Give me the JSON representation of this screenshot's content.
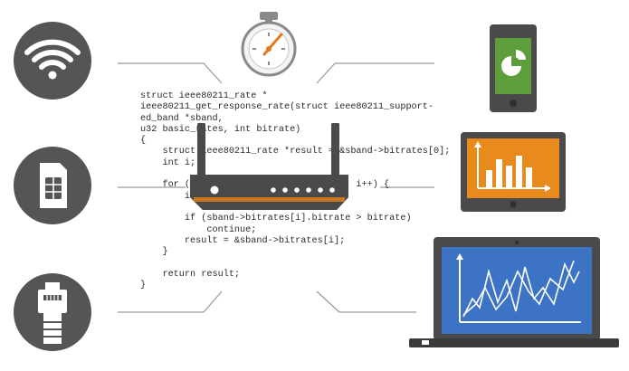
{
  "code_lines": [
    "struct ieee80211_rate *",
    "ieee80211_get_response_rate(struct ieee80211_support-",
    "ed_band *sband,",
    "u32 basic_rates, int bitrate)",
    "{",
    "    struct ieee80211_rate *result = &sband->bitrates[0];",
    "    int i;",
    "",
    "    for (i = 0; i < sband->n_bitrates; i++) {",
    "        if (!(basic_rates & BIT(i)))",
    "            continue;",
    "        if (sband->bitrates[i].bitrate > bitrate)",
    "            continue;",
    "        result = &sband->bitrates[i];",
    "    }",
    "",
    "    return result;",
    "}"
  ],
  "icons": {
    "left": [
      "wifi-icon",
      "sim-card-icon",
      "ethernet-plug-icon"
    ],
    "top": "stopwatch-icon",
    "center": "router-icon",
    "right": [
      "phone-pie-chart-icon",
      "tablet-bar-chart-icon",
      "laptop-line-chart-icon"
    ]
  },
  "colors": {
    "dark_gray": "#555555",
    "device_body": "#4a4a4a",
    "phone_screen": "#5e9e3a",
    "tablet_screen": "#e98a1d",
    "laptop_screen": "#3c73c5",
    "stopwatch_hand": "#e07a1d",
    "router_stripe": "#c9771f",
    "connector_line": "#9a9a9a"
  }
}
